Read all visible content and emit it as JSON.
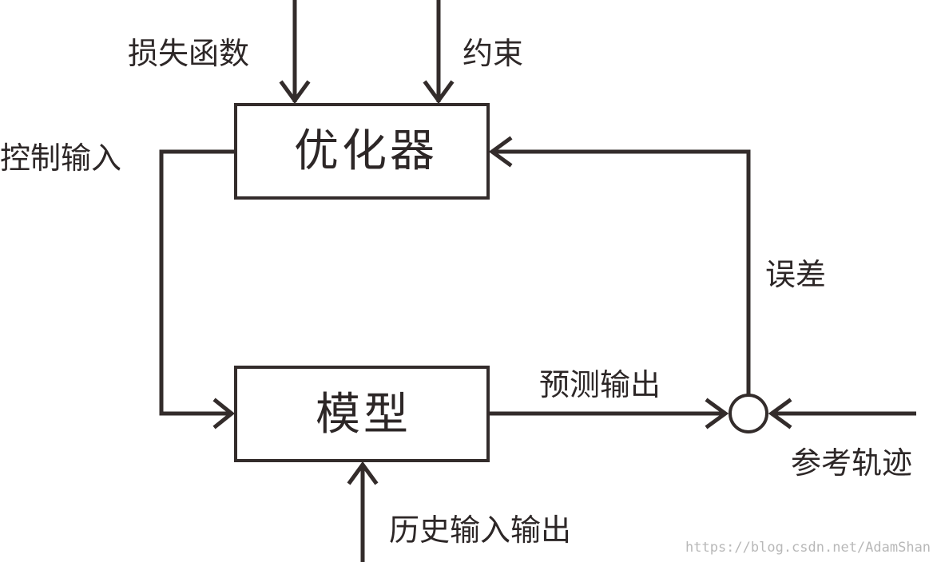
{
  "diagram": {
    "blocks": {
      "optimizer": "优化器",
      "model": "模型"
    },
    "labels": {
      "loss_function": "损失函数",
      "constraint": "约束",
      "control_input": "控制输入",
      "error": "误差",
      "predicted_output": "预测输出",
      "reference_trajectory": "参考轨迹",
      "history_io": "历史输入输出"
    },
    "watermark": "https://blog.csdn.net/AdamShan"
  },
  "colors": {
    "line": "#332c2b",
    "text": "#2d2727",
    "watermark": "#b8b8b8"
  }
}
